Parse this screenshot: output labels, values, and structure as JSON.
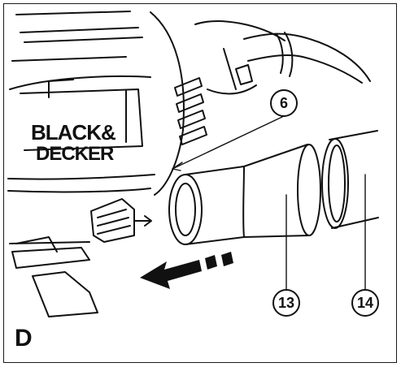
{
  "figure": {
    "panel_letter": "D",
    "brand_line1": "BLACK&",
    "brand_line2": "DECKER",
    "callouts": {
      "c6": "6",
      "c13": "13",
      "c14": "14"
    },
    "colors": {
      "ink": "#111111",
      "background": "#ffffff"
    }
  }
}
